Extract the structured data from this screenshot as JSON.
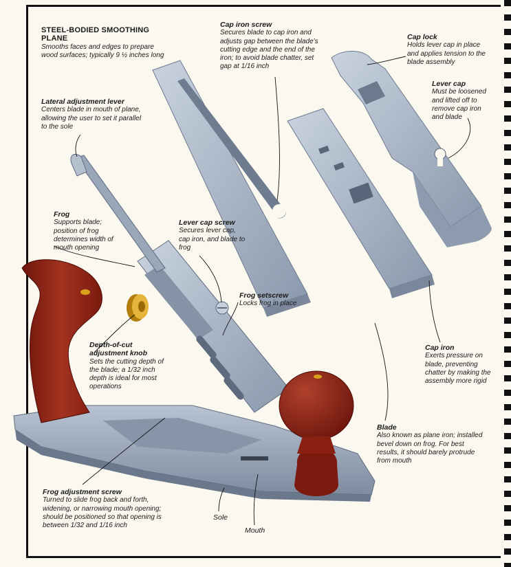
{
  "title": "STEEL-BODIED SMOOTHING PLANE",
  "subtitle": "Smooths faces and edges to prepare wood surfaces; typically 9 ½ inches long",
  "labels": {
    "cap_iron_screw": {
      "title": "Cap iron screw",
      "desc": "Secures blade to cap iron and adjusts gap between the blade's cutting edge and the end of the iron; to avoid blade chatter, set gap at 1/16 inch"
    },
    "cap_lock": {
      "title": "Cap lock",
      "desc": "Holds lever cap in place and applies tension to the blade assembly"
    },
    "lever_cap": {
      "title": "Lever cap",
      "desc": "Must be loosened and lifted off to remove cap iron and blade"
    },
    "lateral_adjustment_lever": {
      "title": "Lateral adjustment lever",
      "desc": "Centers blade in mouth of plane, allowing the user to set it parallel to the sole"
    },
    "frog": {
      "title": "Frog",
      "desc": "Supports blade; position of frog determines width of mouth opening"
    },
    "lever_cap_screw": {
      "title": "Lever cap screw",
      "desc": "Secures lever cap, cap iron, and blade to frog"
    },
    "frog_setscrew": {
      "title": "Frog setscrew",
      "desc": "Locks frog in place"
    },
    "depth_of_cut_knob": {
      "title": "Depth-of-cut adjustment knob",
      "desc": "Sets the cutting depth of the blade; a 1/32 inch depth is ideal for most operations"
    },
    "cap_iron": {
      "title": "Cap iron",
      "desc": "Exerts pressure on blade, preventing chatter by making the assembly more rigid"
    },
    "blade": {
      "title": "Blade",
      "desc": "Also known as plane iron; installed bevel down on frog. For best results, it should barely protrude from mouth"
    },
    "frog_adjustment_screw": {
      "title": "Frog adjustment screw",
      "desc": "Turned to slide frog back and forth, widening, or narrowing mouth opening; should be positioned so that opening is between 1/32 and 1/16 inch"
    },
    "sole": {
      "title": "Sole"
    },
    "mouth": {
      "title": "Mouth"
    }
  },
  "colors": {
    "steel": "#a9b6c8",
    "steel_dark": "#7d8ba0",
    "wood": "#8a1f14",
    "brass": "#d9a21c",
    "ink": "#111111"
  }
}
